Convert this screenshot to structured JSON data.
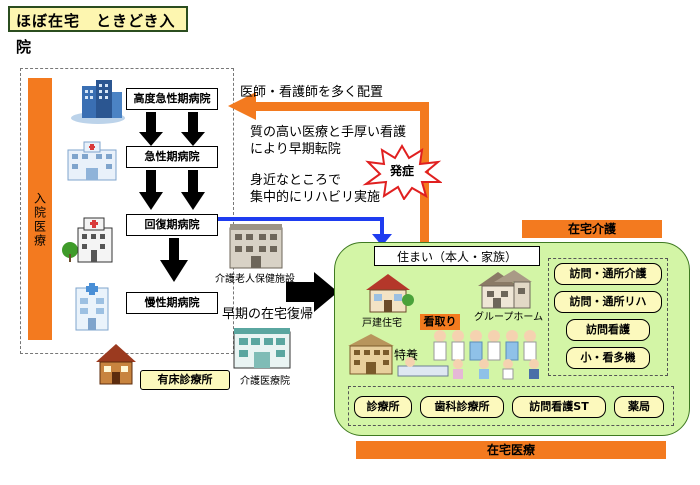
{
  "title": "ほぼ在宅　ときどき入院",
  "hospital_section": {
    "label": "入院医療",
    "hospitals": [
      {
        "label": "高度急性期病院"
      },
      {
        "label": "急性期病院"
      },
      {
        "label": "回復期病院"
      },
      {
        "label": "慢性期病院"
      }
    ],
    "clinic_label": "有床診療所"
  },
  "notes": {
    "staffing": "医師・看護師を多く配置",
    "early_transfer_line1": "質の高い医療と手厚い看護",
    "early_transfer_line2": "により早期転院",
    "rehab_line1": "身近なところで",
    "rehab_line2": "集中的にリハビリ実施",
    "early_return": "早期の在宅復帰",
    "onset": "発症"
  },
  "facilities": {
    "rouken": "介護老人保健施設",
    "kaigo_iryoin": "介護医療院"
  },
  "home": {
    "sumai_label": "住まい（本人・家族）",
    "detached": "戸建住宅",
    "mitori": "看取り",
    "group_home": "グループホーム",
    "tokuyo": "特養"
  },
  "home_care": {
    "title": "在宅介護",
    "services": [
      "訪問・通所介護",
      "訪問・通所リハ",
      "訪問看護",
      "小・看多機"
    ]
  },
  "home_medical": {
    "title": "在宅医療",
    "services": [
      "診療所",
      "歯科診療所",
      "訪問看護ST",
      "薬局"
    ]
  },
  "colors": {
    "orange": "#f37a1f",
    "green_bg": "#d3f5a6",
    "pill_bg": "#fcf9bd",
    "blue_arrow": "#1e3cf0",
    "title_bg": "#fdf6b0"
  }
}
